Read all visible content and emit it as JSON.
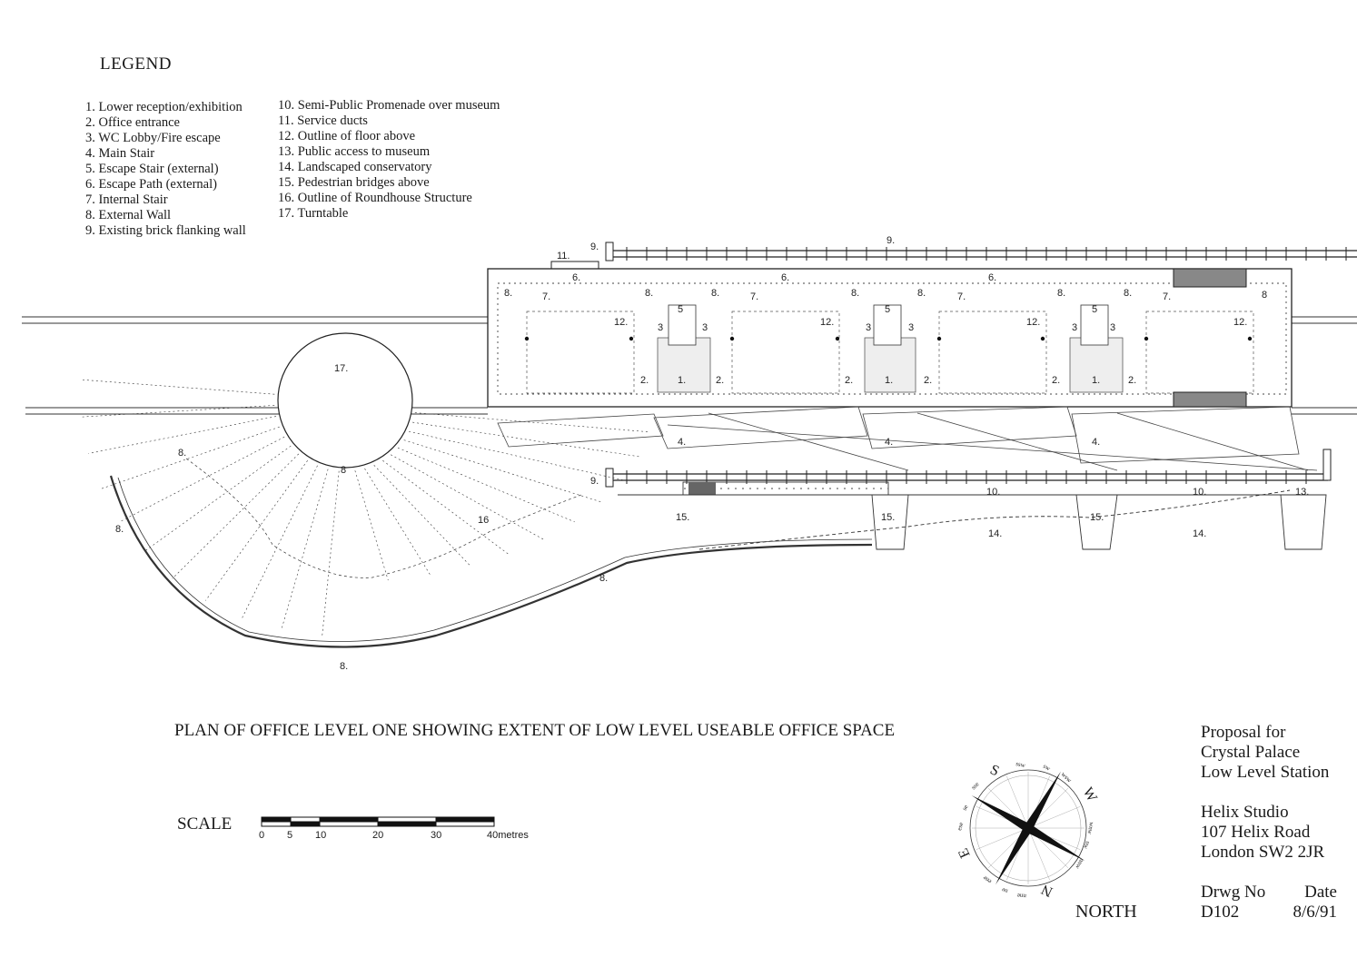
{
  "legend": {
    "title": "LEGEND",
    "items_col1": [
      "1. Lower reception/exhibition",
      "2. Office entrance",
      "3. WC Lobby/Fire escape",
      "4. Main Stair",
      "5. Escape Stair (external)",
      "6. Escape Path (external)",
      "7. Internal Stair",
      "8. External Wall",
      "9. Existing brick flanking wall"
    ],
    "items_col2": [
      "10. Semi-Public Promenade over museum",
      "11. Service ducts",
      "12. Outline of floor above",
      "13. Public access to museum",
      "14. Landscaped conservatory",
      "15. Pedestrian bridges above",
      "16. Outline of Roundhouse Structure",
      "17. Turntable"
    ]
  },
  "plan_labels": {
    "n1": "1.",
    "n2": "2.",
    "n3": "3",
    "n4": "4.",
    "n5": "5",
    "n6": "6.",
    "n7": "7.",
    "n8": "8",
    "n8d": "8.",
    "n9": "9.",
    "n10": "10.",
    "n11": "11.",
    "n12": "12.",
    "n13": "13.",
    "n14": "14.",
    "n15": "15.",
    "n16": "16",
    "n17": "17."
  },
  "plan_title": "PLAN OF OFFICE LEVEL ONE   SHOWING EXTENT OF  LOW LEVEL  USEABLE OFFICE SPACE",
  "scale": {
    "label": "SCALE",
    "ticks": [
      "0",
      "5",
      "10",
      "20",
      "30",
      "40metres"
    ]
  },
  "compass": {
    "north_label": "NORTH",
    "S": "S",
    "W": "W",
    "N": "N",
    "E": "E",
    "ssw": "ssw",
    "sw": "sw",
    "wsw": "wsw",
    "wnw": "wnw",
    "nw": "nw",
    "nnw": "nnw",
    "nne": "nne",
    "ne": "ne",
    "ene": "ene",
    "ese": "ese",
    "se": "se",
    "sse": "sse"
  },
  "title_block": {
    "line1": "Proposal for",
    "line2": "Crystal Palace",
    "line3": "Low Level Station",
    "studio": "Helix Studio",
    "address1": "107 Helix Road",
    "address2": "London SW2 2JR",
    "drwg_no_label": "Drwg No",
    "date_label": "Date",
    "drwg_no": "D102",
    "date": "8/6/91"
  }
}
